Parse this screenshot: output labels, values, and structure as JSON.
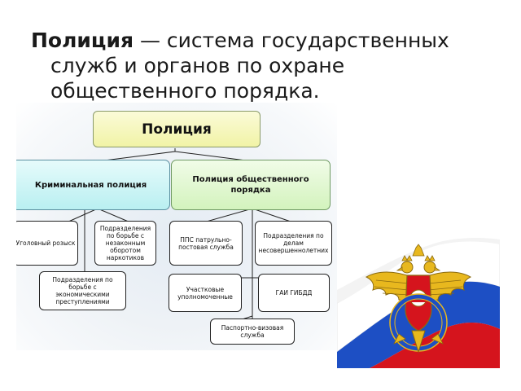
{
  "headline": {
    "term": "Полиция",
    "definition": " — система государственных служб и органов по охране общественного порядка."
  },
  "diagram": {
    "root": "Полиция",
    "branches": [
      {
        "label": "Криминальная полиция",
        "children": [
          "Уголовный розыск",
          "Подразделения по борьбе с незаконным оборотом наркотиков",
          "Подразделения по борьбе с экономическими преступлениями"
        ]
      },
      {
        "label": "Полиция общественного порядка",
        "children": [
          "ППС патрульно-постовая служба",
          "Подразделения по делам несовершеннолетних",
          "Участковые уполномоченные",
          "ГАИ ГИБДД",
          "Паспортно-визовая служба"
        ]
      }
    ]
  },
  "colors": {
    "root_fill": "#f1f3a6",
    "criminal_fill": "#b9eff1",
    "public_order_fill": "#d3f3bd",
    "flag_white": "#ffffff",
    "flag_blue": "#1d4fc4",
    "flag_red": "#d5141d",
    "eagle_gold": "#e8b81e"
  },
  "emblem": {
    "icon": "police-double-headed-eagle-emblem",
    "background": "russian-flag"
  }
}
